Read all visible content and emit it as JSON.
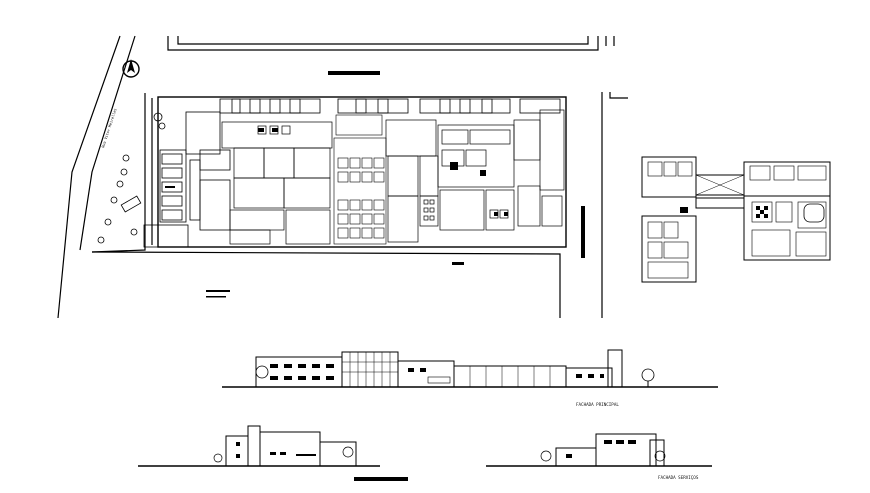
{
  "drawing": {
    "street_label": "Rua Vitor Meirelles",
    "north_symbol": "north-arrow-icon",
    "ink_color": "#000000",
    "background_color": "#ffffff",
    "elevation_main_caption": "FACHADA PRINCIPAL",
    "elevation_service_caption": "FACHADA SERVIÇOS"
  }
}
